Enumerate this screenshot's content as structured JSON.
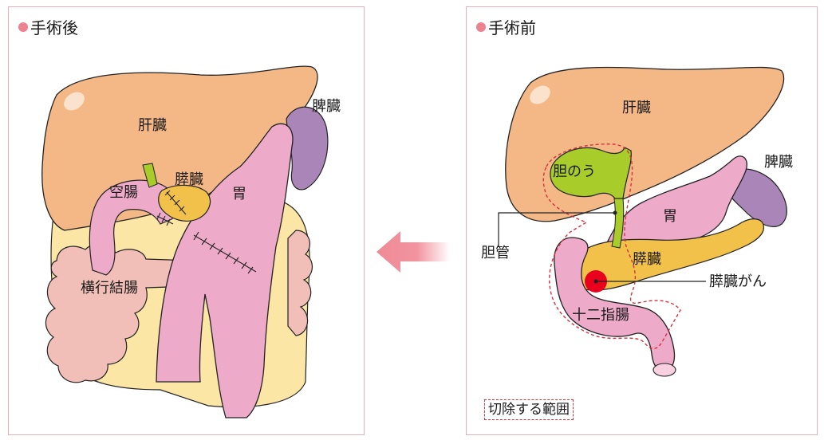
{
  "after": {
    "title": "手術後",
    "labels": {
      "liver": "肝臓",
      "spleen": "脾臓",
      "pancreas": "膵臓",
      "jejunum": "空腸",
      "stomach": "胃",
      "transverse_colon": "横行結腸"
    }
  },
  "before": {
    "title": "手術前",
    "labels": {
      "liver": "肝臓",
      "gallbladder": "胆のう",
      "spleen": "脾臓",
      "stomach": "胃",
      "bile_duct": "胆管",
      "pancreas": "膵臓",
      "pancreatic_cancer": "膵臓がん",
      "duodenum": "十二指腸"
    },
    "legend": "切除する範囲"
  },
  "colors": {
    "liver": "#f4b887",
    "spleen": "#a985b8",
    "stomach": "#eeaac9",
    "pancreas": "#f1c14a",
    "gallbladder": "#a8cc2a",
    "colon": "#f2bfb8",
    "background_organs": "#fbe6a6",
    "cancer": "#e8001c",
    "resection_line": "#d9303f",
    "bullet": "#ee8190",
    "arrow": "#ef8a96"
  }
}
